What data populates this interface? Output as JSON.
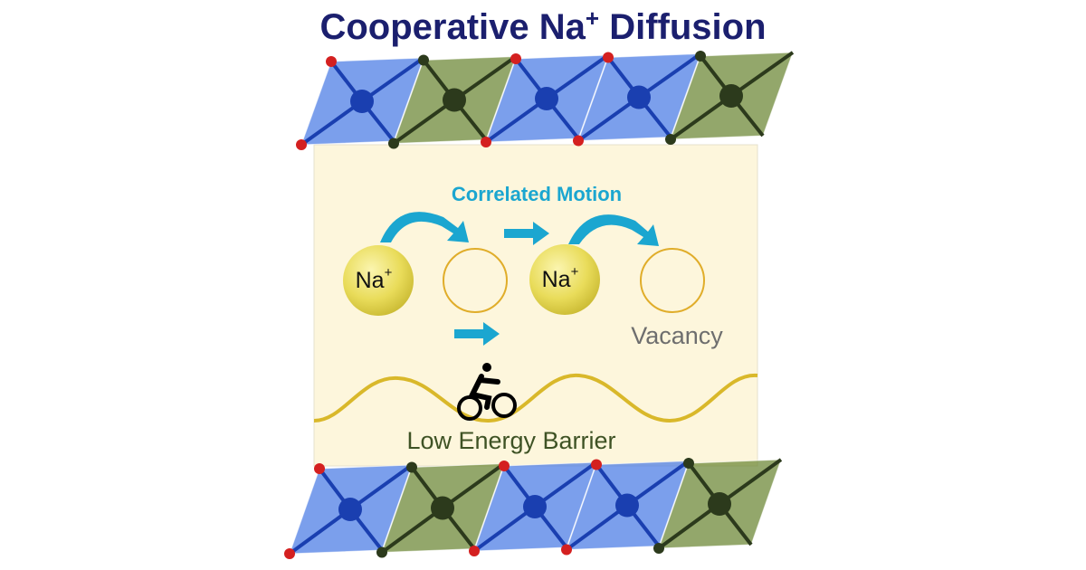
{
  "title": {
    "main": "Cooperative Na",
    "sup": "+",
    "rest": " Diffusion"
  },
  "subtitle": "Correlated Motion",
  "ion_label": {
    "base": "Na",
    "sup": "+"
  },
  "vacancy_label": "Vacancy",
  "barrier_label": "Low Energy Barrier",
  "layers": {
    "top": [
      "blue",
      "green",
      "blue",
      "blue",
      "green"
    ],
    "bottom": [
      "blue",
      "green",
      "blue",
      "blue",
      "green"
    ]
  },
  "colors": {
    "blue": "#4f7fe6",
    "blue_atom": "#1a3fb0",
    "green": "#6f8a3a",
    "green_atom": "#2c3a1c",
    "oxygen": "#d42020",
    "box": "#fdf6dc",
    "arrow": "#1ba6d0",
    "ion": "#e9dc5a",
    "wave": "#d9b82a"
  }
}
